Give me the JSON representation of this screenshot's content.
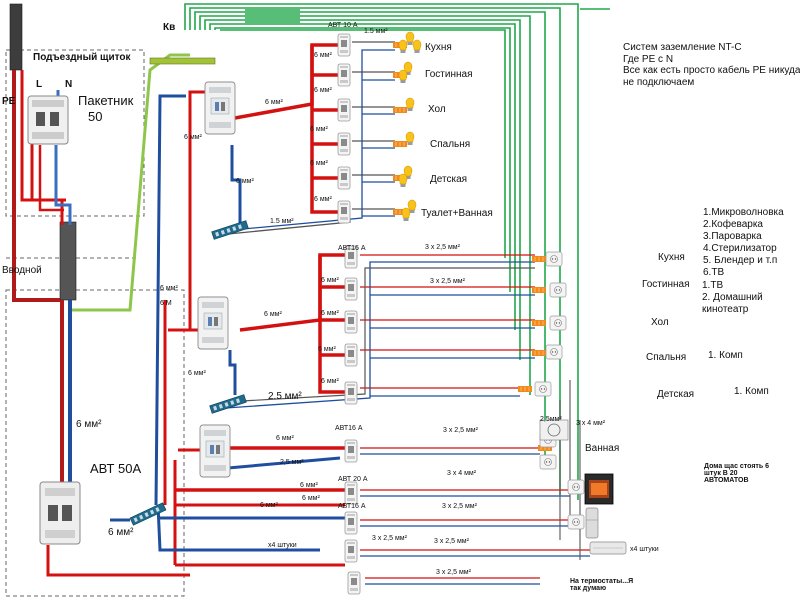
{
  "panel": {
    "title": "Подъездный щиток",
    "kv": "Кв",
    "pe": "PE",
    "l": "L",
    "n": "N",
    "switch_label": "Пакетник",
    "switch_value": "50",
    "input_label": "Вводной"
  },
  "main_breaker": {
    "label": "АВТ 50А",
    "wire_main": "6 мм²",
    "wire_out": "6 мм²"
  },
  "groups": {
    "light": {
      "breaker": "АВТ 10 А",
      "wire_top": "1.5 мм²",
      "rcd_wire": "6 мм²",
      "feed_wire": "6 мм²",
      "rail_wire": "6 мм²",
      "bus_wire": "1.5 мм²",
      "breaker_wires": [
        "6 мм²",
        "6 мм²",
        "6 мм²",
        "6 мм²",
        "6 мм²",
        "6 мм²"
      ],
      "rooms": [
        "Кухня",
        "Гостинная",
        "Хол",
        "Спальня",
        "Детская",
        "Туалет+Ванная"
      ]
    },
    "sockets": {
      "breaker": "АВТ16 А",
      "rcd_wire": "6 мм²",
      "feed_wire_a": "6 мм²",
      "feed_wire_b": "6 М",
      "rail_wire": "6 мм²",
      "bus_wire": "2.5 мм²",
      "line_a": "3 х 2,5 мм²",
      "line_b": "3 х 2,5 мм²",
      "breaker_wires": [
        "6 мм²",
        "6 мм²",
        "6 мм²",
        "6 мм²",
        "6 мм²"
      ]
    },
    "wet": {
      "breaker1": "АВТ16 А",
      "breaker2": "АВТ 20 А",
      "breaker3": "АВТ16 А",
      "wire_rcd": "6 мм²",
      "wire_n": "2,5 мм²",
      "wire_a": "6 мм²",
      "wire_b": "6 мм²",
      "wire_c": "6 мм²",
      "line1": "3 х 2,5 мм²",
      "line2": "3 х 4 мм²",
      "line3": "3 х 2,5 мм²",
      "line4a": "3 х 2,5 мм²",
      "line4b": "3 х 2,5 мм²",
      "line5": "3 х 2,5 мм²",
      "x4": "х4 штуки",
      "x4_right": "х4 штуки",
      "cable_25": "2,5мм²",
      "cable_4": "3 х 4 мм²",
      "bath": "Ванная",
      "thermostats": "На термостаты...Я так думаю"
    }
  },
  "notes": {
    "grounding": "Систем заземление NT-C\nГде PE с N\nВсе как есть просто кабель PE никуда не подключаем",
    "kitchen_items": "1.Микроволновка\n2.Кофеварка\n3.Пароварка\n4.Стерилизатор\n5. Блендер и т.п\n6.ТВ",
    "living_items": "1.ТВ\n2. Домашний кинотеатр",
    "bedroom_items": "1. Комп",
    "kids_items": "1. Комп",
    "home_note": "Дома щас стоять 6 штук В 20 АВТОМАТОВ"
  },
  "rooms_right": [
    "Кухня",
    "Гостинная",
    "Хол",
    "Спальня",
    "Детская"
  ],
  "colors": {
    "phase": "#d41111",
    "neutral": "#1f4e9e",
    "pe": "#8ec64b",
    "ground_bus": "#20a84a",
    "bus_cable": "#555555"
  },
  "icons": [
    "breaker-icon",
    "rcd-icon",
    "bulb-icon",
    "socket-icon",
    "oven-icon",
    "fridge-icon",
    "heater-icon",
    "terminal-block-icon"
  ]
}
